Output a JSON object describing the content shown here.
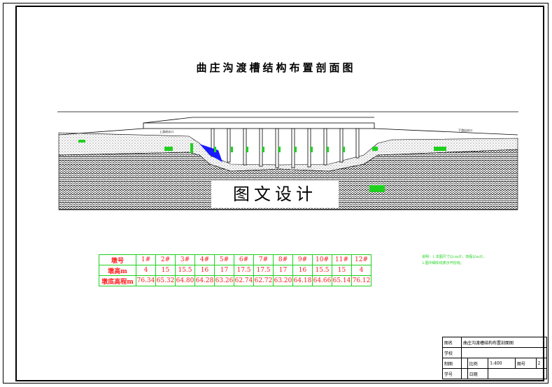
{
  "drawing": {
    "title": "曲庄沟渡槽结构布置剖面图",
    "watermark": "图文设计",
    "left_label": "上游进水口",
    "right_label": "下游出水口"
  },
  "table": {
    "rows": [
      {
        "header": "墩号",
        "values": [
          "1#",
          "2#",
          "3#",
          "4#",
          "5#",
          "6#",
          "7#",
          "8#",
          "9#",
          "10#",
          "11#",
          "12#"
        ]
      },
      {
        "header": "墩高m",
        "values": [
          "4",
          "15",
          "15.5",
          "16",
          "17",
          "17.5",
          "17.5",
          "17",
          "16",
          "15.5",
          "15",
          "4"
        ]
      },
      {
        "header": "墩底高程m",
        "values": [
          "76.34",
          "65.32",
          "64.80",
          "64.28",
          "63.26",
          "62.74",
          "62.72",
          "63.20",
          "64.18",
          "64.66",
          "65.14",
          "76.12"
        ]
      }
    ]
  },
  "notes": {
    "line1": "说明：1.本图尺寸以cm计，高程以m计。",
    "line2": "2.图中细实线表示开挖线。"
  },
  "title_block": {
    "name_label": "图名",
    "name_value": "曲庄沟渡槽结构布置剖面图",
    "school_label": "学校",
    "design_label": "制图",
    "scale_label": "比例",
    "scale_value": "1:400",
    "sheet_label": "图号",
    "sheet_value": "2",
    "id_label": "学号",
    "date_label": "日期"
  },
  "colors": {
    "structure": "#000000",
    "highlight": "#1fd11f",
    "text_red": "#ff1a1a",
    "water": "#1a1aff"
  }
}
